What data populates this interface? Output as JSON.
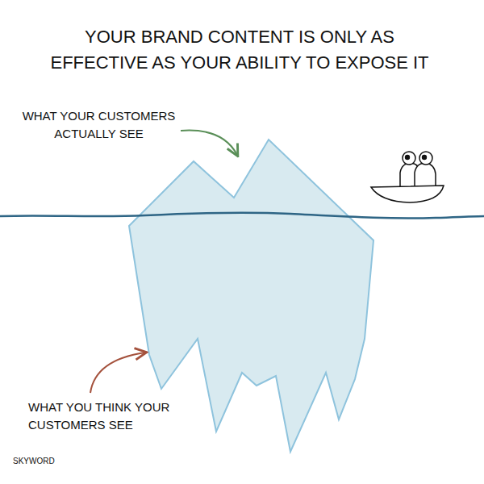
{
  "diagram": {
    "title": "YOUR BRAND CONTENT IS ONLY AS EFFECTIVE AS YOUR ABILITY TO EXPOSE IT",
    "labels": [
      "WHAT YOUR CUSTOMERS ACTUALLY SEE",
      "WHAT YOU THINK YOUR CUSTOMERS SEE",
      "SKYWORD"
    ]
  }
}
